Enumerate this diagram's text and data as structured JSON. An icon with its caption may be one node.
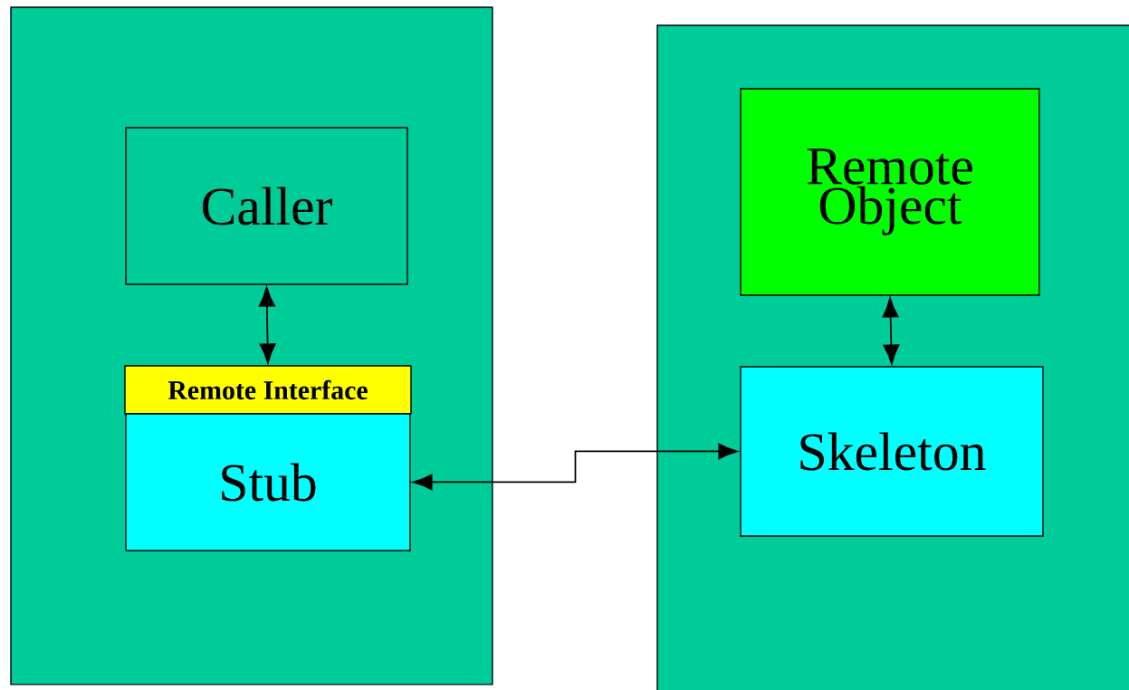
{
  "diagram": {
    "nodes": [
      {
        "text": [],
        "shape": "box"
      },
      {
        "text": [
          "Caller"
        ],
        "in": 0
      },
      {
        "text": [
          "Remote Interface"
        ],
        "in": 0
      },
      {
        "text": [
          "Stub"
        ],
        "in": 0
      },
      {
        "text": [],
        "shape": "box"
      },
      {
        "text": [
          "Remote Object"
        ],
        "in": 4
      },
      {
        "text": [
          "Skeleton"
        ],
        "in": 4
      }
    ],
    "edges": [
      {
        "from": 1,
        "to": 2,
        "arrow": "both"
      },
      {
        "from": 3,
        "to": 6,
        "arrow": "both"
      },
      {
        "from": 5,
        "to": 6,
        "arrow": "both"
      }
    ]
  }
}
